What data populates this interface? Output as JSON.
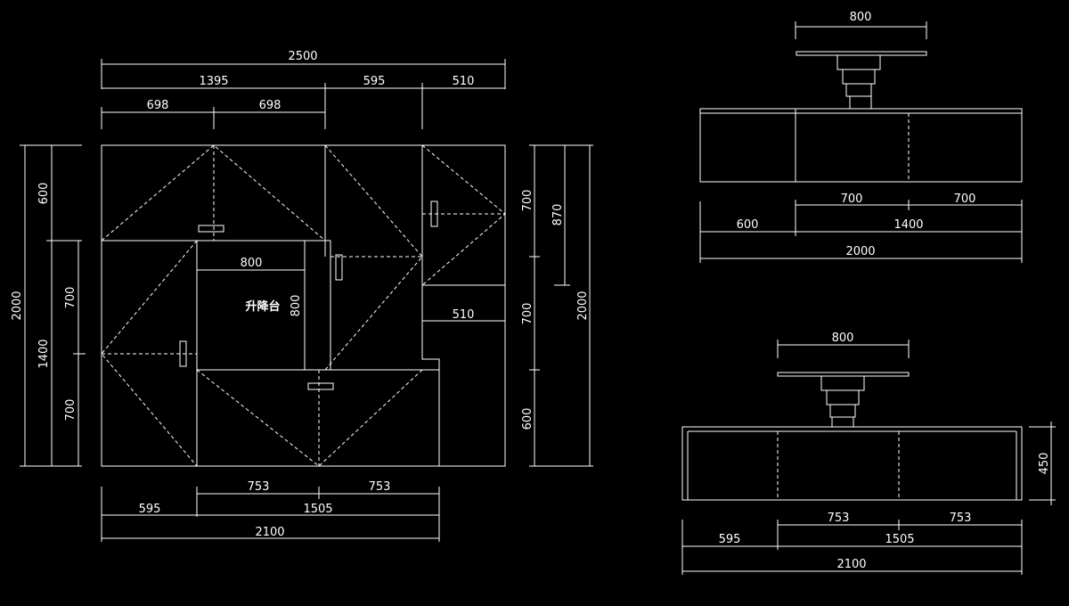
{
  "plan": {
    "dims": {
      "overall_width": "2500",
      "seg_left": "1395",
      "seg_mid": "595",
      "seg_right": "510",
      "half_a": "698",
      "half_b": "698",
      "left_total": "2000",
      "left_top": "600",
      "left_1400": "1400",
      "left_700a": "700",
      "left_700b": "700",
      "right_700a": "700",
      "right_870": "870",
      "right_700b": "700",
      "right_600": "600",
      "right_total": "2000",
      "inner_800_w": "800",
      "inner_800_h": "800",
      "hatch_510": "510",
      "bot_753a": "753",
      "bot_753b": "753",
      "bot_595": "595",
      "bot_1505": "1505",
      "bot_2100": "2100"
    },
    "stage_label": "升降台"
  },
  "elevation_top": {
    "dims": {
      "top_800": "800",
      "d_700a": "700",
      "d_700b": "700",
      "d_600": "600",
      "d_1400": "1400",
      "d_2000": "2000"
    }
  },
  "elevation_bottom": {
    "dims": {
      "top_800": "800",
      "height_450": "450",
      "d_753a": "753",
      "d_753b": "753",
      "d_595": "595",
      "d_1505": "1505",
      "d_2100": "2100"
    }
  }
}
